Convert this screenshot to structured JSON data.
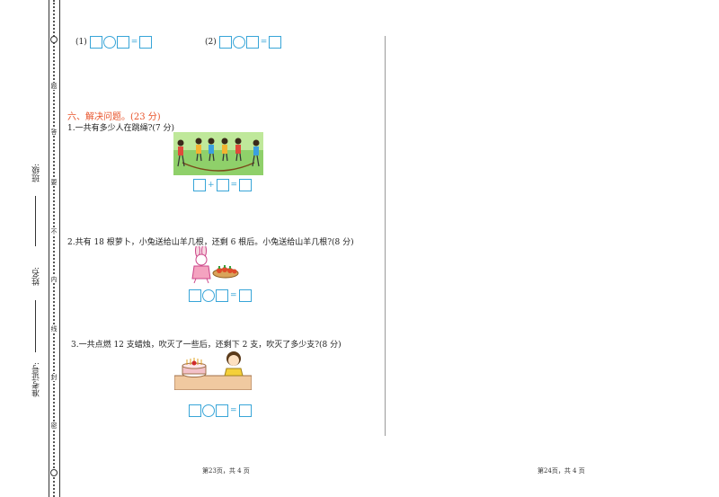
{
  "binding_strip": {
    "class_label": "班级:",
    "name_label": "姓名:",
    "exam_no_label": "准考证号:",
    "seal_chars": [
      "题",
      "答",
      "要",
      "不",
      "内",
      "线",
      "封",
      "密"
    ]
  },
  "section6": {
    "heading": "六、解决问题。",
    "score": "(23 分)"
  },
  "equations_top": {
    "item1_label": "(1)",
    "item2_label": "(2)",
    "eq_sign": "="
  },
  "problem1": {
    "text": "1.一共有多少人在跳绳?(7 分)",
    "plus": "+",
    "eq": "="
  },
  "problem2": {
    "text": "2.共有 18 根萝卜，小兔送给山羊几根，还剩 6 根后。小兔送给山羊几根?(8 分)",
    "eq": "="
  },
  "problem3": {
    "text": "3.一共点燃 12 支蜡烛，吹灭了一些后，还剩下 2 支，吹灭了多少支?(8 分)",
    "eq": "="
  },
  "footer": {
    "left": "第23页，共 4 页",
    "right": "第24页，共 4 页"
  },
  "colors": {
    "accent_heading": "#e8532a",
    "box_border": "#38a5d8"
  }
}
